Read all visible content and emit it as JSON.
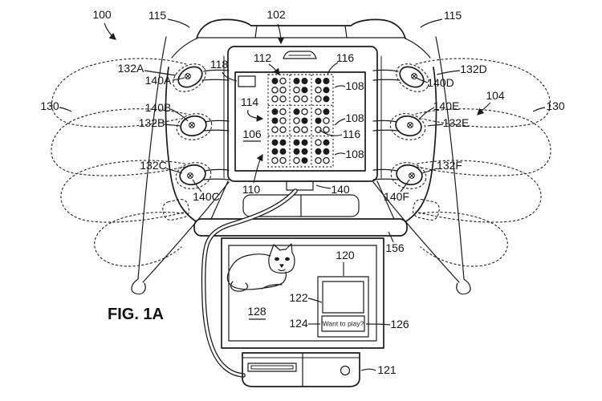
{
  "figure": {
    "caption": "FIG. 1A",
    "screen": {
      "prompt": "Want to play?"
    },
    "labels": {
      "l100": "100",
      "l102": "102",
      "l104": "104",
      "l106": "106",
      "l108a": "108",
      "l108b": "108",
      "l108c": "108",
      "l110": "110",
      "l112": "112",
      "l114": "114",
      "l115a": "115",
      "l115b": "115",
      "l116a": "116",
      "l116b": "116",
      "l118": "118",
      "l120": "120",
      "l121": "121",
      "l122": "122",
      "l124": "124",
      "l126": "126",
      "l128": "128",
      "l130a": "130",
      "l130b": "130",
      "l132a": "132A",
      "l132b": "132B",
      "l132c": "132C",
      "l132d": "132D",
      "l132e": "132E",
      "l132f": "132F",
      "l140": "140",
      "l140a": "140A",
      "l140b": "140B",
      "l140c": "140C",
      "l140d": "140D",
      "l140e": "140E",
      "l140f": "140F",
      "l156": "156"
    },
    "braille_grid": {
      "rows": 3,
      "cols": 3,
      "dot_order": [
        "top-left",
        "top-right",
        "mid-left",
        "mid-right",
        "bottom-left",
        "bottom-right"
      ],
      "cells": [
        [
          [
            1,
            0,
            0,
            0,
            0,
            0
          ],
          [
            1,
            1,
            0,
            1,
            0,
            0
          ],
          [
            1,
            1,
            0,
            1,
            0,
            1
          ]
        ],
        [
          [
            1,
            0,
            1,
            0,
            0,
            0
          ],
          [
            1,
            0,
            0,
            1,
            0,
            0
          ],
          [
            0,
            1,
            1,
            0,
            0,
            0
          ]
        ],
        [
          [
            1,
            1,
            1,
            1,
            0,
            0
          ],
          [
            1,
            1,
            1,
            1,
            0,
            1
          ],
          [
            0,
            1,
            1,
            1,
            0,
            0
          ]
        ]
      ]
    },
    "colors": {
      "line": "#1b1b1b",
      "background": "#ffffff"
    }
  }
}
